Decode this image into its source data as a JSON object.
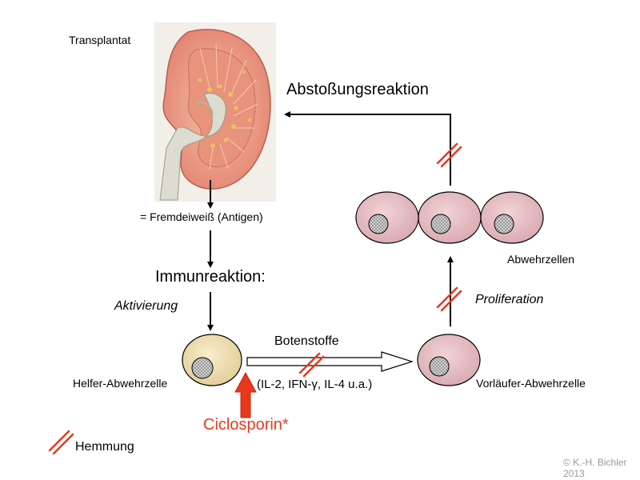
{
  "labels": {
    "transplant": "Transplantat",
    "rejection": "Abstoßungsreaktion",
    "antigen": "= Fremdeiweiß (Antigen)",
    "immune": "Immunreaktion:",
    "activation": "Aktivierung",
    "messengers": "Botenstoffe",
    "messengers_list": "(IL-2, IFN-γ, IL-4 u.a.)",
    "helper_cell": "Helfer-Abwehrzelle",
    "precursor_cell": "Vorläufer-Abwehrzelle",
    "defense_cells": "Abwehrzellen",
    "proliferation": "Proliferation",
    "drug": "Ciclosporin*",
    "legend_inhibition": "Hemmung",
    "copyright_line1": "© K.-H. Bichler",
    "copyright_line2": "2013"
  },
  "colors": {
    "kidney_cortex": "#e99a85",
    "kidney_medulla": "#dcdcd0",
    "helper_cell_fill": "#f0e0b4",
    "defense_cell_fill": "#e8c3c8",
    "nucleus": "#c8c8c8",
    "inhibition_mark": "#e8381c",
    "drug_arrow": "#e8381c"
  }
}
